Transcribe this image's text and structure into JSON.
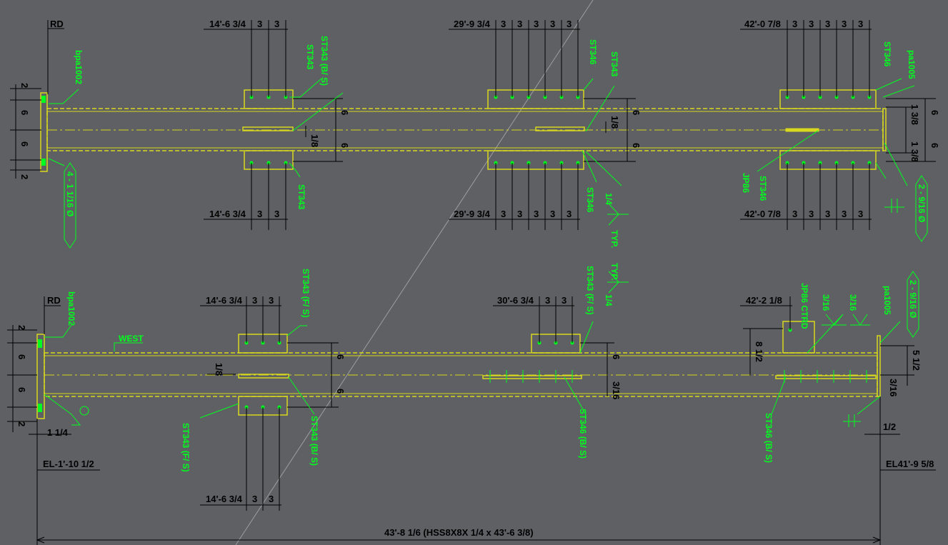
{
  "colors": {
    "background": "#5e6063",
    "dimension": "#000000",
    "member": "#d8d81e",
    "label": "#00ff1e",
    "plate": "#00ff1e"
  },
  "top_view": {
    "ref_label": "RD",
    "left_plate_mark": "bpa1002",
    "left_plate_note": "4 - 1 1/16 Ø",
    "right_plate_mark": "pa1005",
    "right_plate_note": "2 - 9/16 Ø",
    "gusset_1": {
      "position": "14'-6 3/4",
      "spacing": [
        "3",
        "3"
      ],
      "mark_top": "ST343",
      "mark_top_side": "ST343 (B/ S)",
      "mark_bottom": "ST343",
      "position_bottom": "14'-6 3/4",
      "spacing_bottom": [
        "3",
        "3"
      ]
    },
    "gusset_2": {
      "position": "29'-9 3/4",
      "spacing": [
        "3",
        "3",
        "3",
        "3",
        "3"
      ],
      "mark_top": "ST346",
      "mark_top_side": "ST343",
      "mark_bottom": "ST346",
      "position_bottom": "29'-9 3/4",
      "spacing_bottom": [
        "3",
        "3",
        "3",
        "3",
        "3"
      ],
      "weld_size": "1/4",
      "weld_note": "TYP."
    },
    "gusset_3": {
      "position": "42'-0 7/8",
      "spacing": [
        "3",
        "3",
        "3",
        "3",
        "3"
      ],
      "mark_top": "ST346",
      "mark_bottom": "ST346",
      "mark_bottom_2": "JP86",
      "position_bottom": "42'-0 7/8",
      "spacing_bottom": [
        "3",
        "3",
        "3",
        "3",
        "3"
      ]
    },
    "left_dims": [
      "2",
      "6",
      "6",
      "2"
    ],
    "mid_dims": [
      "6",
      "6"
    ],
    "right_dims": [
      "1 3/8",
      "1 3/8"
    ],
    "far_right_dims": [
      "6",
      "6"
    ],
    "small_offset": "1/8",
    "mid_offset": "1/8"
  },
  "bottom_view": {
    "ref_label": "RD",
    "left_plate_mark": "bpa1002",
    "right_plate_mark": "pa1005",
    "right_plate_note": "2 - 9/16 Ø",
    "west_label": "WEST",
    "left_dims": [
      "2",
      "6",
      "6",
      "2"
    ],
    "gusset_1": {
      "position": "14'-6 3/4",
      "spacing": [
        "3",
        "3"
      ],
      "mark_top": "ST343 (F/ S)",
      "mark_bottom_left": "ST343 (F/ S)",
      "mark_bottom_right": "ST343 (B/ S)",
      "position_bottom": "14'-6 3/4",
      "spacing_bottom": [
        "3",
        "3"
      ]
    },
    "gusset_2": {
      "position": "30'-6 3/4",
      "spacing": [
        "3",
        "3"
      ],
      "mark_top": "ST343 (F/ S)",
      "mark_bottom": "ST346 (B/ S)",
      "weld_size": "1/4",
      "weld_note": "TYP."
    },
    "gusset_3": {
      "position": "42'-2 1/8",
      "mark_top": "JP86 CTRD",
      "mark_bottom": "ST346 (B/ S)",
      "weld_a": "3/16",
      "weld_b": "3/16",
      "height_dim": "8 1/2"
    },
    "right_dims": [
      "5 1/2",
      "3/16",
      "1/2"
    ],
    "mid_dims": [
      "6",
      "6"
    ],
    "mid_small": "3/16",
    "left_small": "1/8",
    "base_offset": "1 1/4",
    "elev_left": "EL-1'-10 1/2",
    "elev_right": "EL41'-9 5/8",
    "overall_length": "43'-8 1/6 (HSS8X8X 1/4 x 43'-6 3/8)"
  }
}
